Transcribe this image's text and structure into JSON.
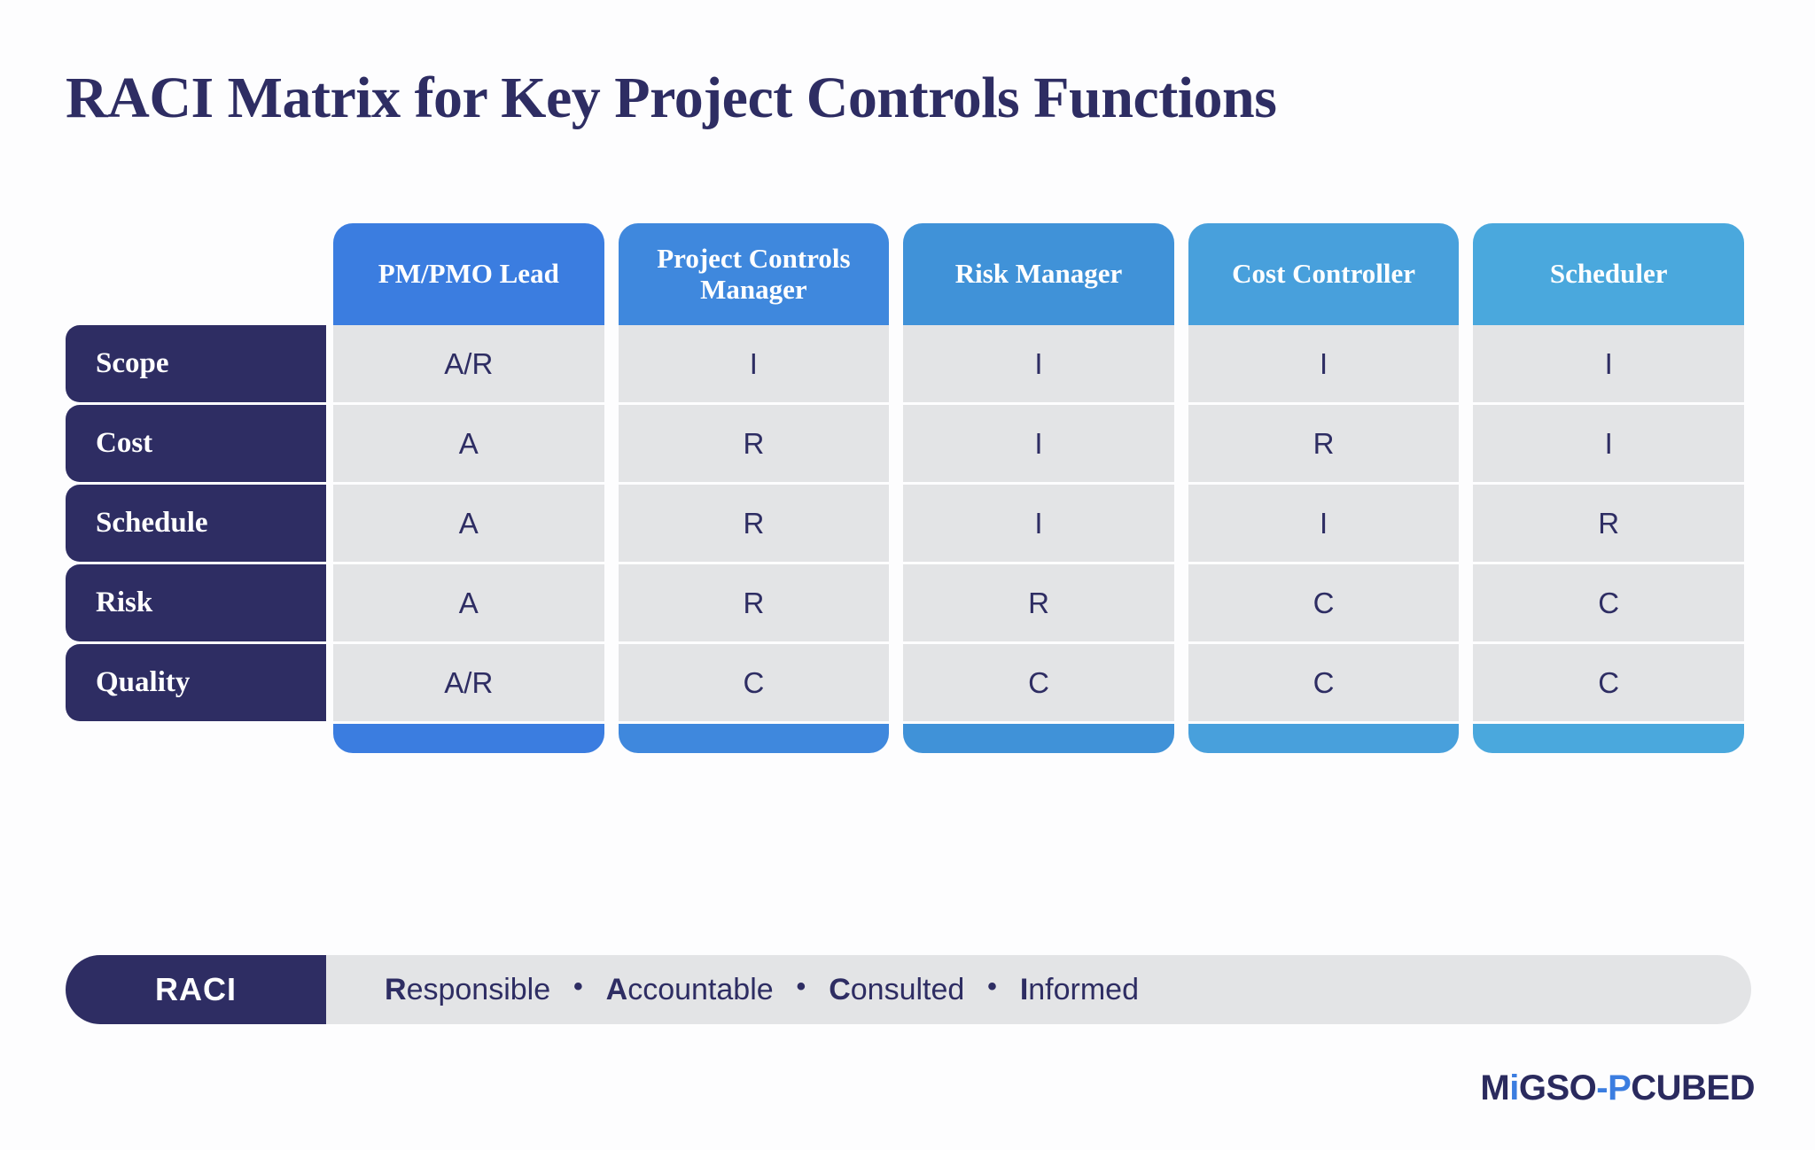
{
  "title": "RACI Matrix for Key Project Controls Functions",
  "colors": {
    "navy": "#2e2d63",
    "cell_gray": "#e3e4e6",
    "background": "#fdfdfe",
    "col1": "#3b7de0",
    "col2": "#3f88dd",
    "col3": "#4092d8",
    "col4": "#48a0dc",
    "col5": "#4aa8dd",
    "logo_accent": "#3b7de0"
  },
  "chart_data": {
    "type": "table",
    "title": "RACI Matrix for Key Project Controls Functions",
    "columns": [
      "PM/PMO Lead",
      "Project Controls Manager",
      "Risk Manager",
      "Cost Controller",
      "Scheduler"
    ],
    "rows": [
      "Scope",
      "Cost",
      "Schedule",
      "Risk",
      "Quality"
    ],
    "values": [
      [
        "A/R",
        "I",
        "I",
        "I",
        "I"
      ],
      [
        "A",
        "R",
        "I",
        "R",
        "I"
      ],
      [
        "A",
        "R",
        "I",
        "I",
        "R"
      ],
      [
        "A",
        "R",
        "R",
        "C",
        "C"
      ],
      [
        "A/R",
        "C",
        "C",
        "C",
        "C"
      ]
    ],
    "legend": {
      "key": "RACI",
      "entries": [
        "Responsible",
        "Accountable",
        "Consulted",
        "Informed"
      ]
    }
  },
  "matrix": {
    "headers": [
      {
        "label": "PM/PMO Lead",
        "color": "#3b7de0"
      },
      {
        "label": "Project Controls Manager",
        "color": "#3f88dd"
      },
      {
        "label": "Risk Manager",
        "color": "#4092d8"
      },
      {
        "label": "Cost Controller",
        "color": "#48a0dc"
      },
      {
        "label": "Scheduler",
        "color": "#4aa8dd"
      }
    ],
    "rows": [
      {
        "label": "Scope",
        "cells": [
          "A/R",
          "I",
          "I",
          "I",
          "I"
        ]
      },
      {
        "label": "Cost",
        "cells": [
          "A",
          "R",
          "I",
          "R",
          "I"
        ]
      },
      {
        "label": "Schedule",
        "cells": [
          "A",
          "R",
          "I",
          "I",
          "R"
        ]
      },
      {
        "label": "Risk",
        "cells": [
          "A",
          "R",
          "R",
          "C",
          "C"
        ]
      },
      {
        "label": "Quality",
        "cells": [
          "A/R",
          "C",
          "C",
          "C",
          "C"
        ]
      }
    ]
  },
  "legend": {
    "key": "RACI",
    "separator": "•",
    "items": [
      {
        "initial": "R",
        "rest": "esponsible"
      },
      {
        "initial": "A",
        "rest": "ccountable"
      },
      {
        "initial": "C",
        "rest": "onsulted"
      },
      {
        "initial": "I",
        "rest": "nformed"
      }
    ]
  },
  "logo": {
    "part1": "M",
    "part2": "i",
    "part3": "GSO",
    "part4": "-P",
    "part5": "CUBED"
  }
}
